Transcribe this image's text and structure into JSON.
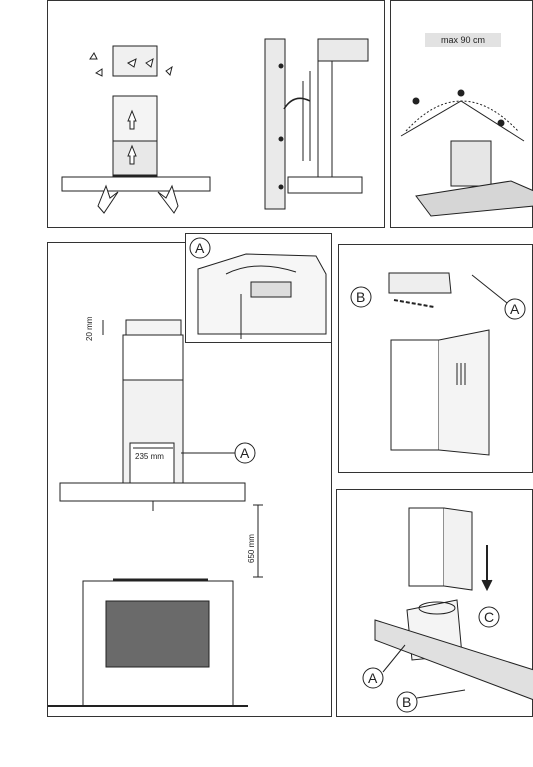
{
  "figure1": {
    "max_label": "max 90 cm"
  },
  "figure2": {
    "callout_label": "A",
    "dim_top": "20 mm",
    "dim_width": "235 mm",
    "dim_height": "650 mm",
    "label_a": "A"
  },
  "figure3": {
    "label_b": "B",
    "label_a": "A"
  },
  "figure4": {
    "label_c": "C",
    "label_a": "A",
    "label_b": "B"
  }
}
